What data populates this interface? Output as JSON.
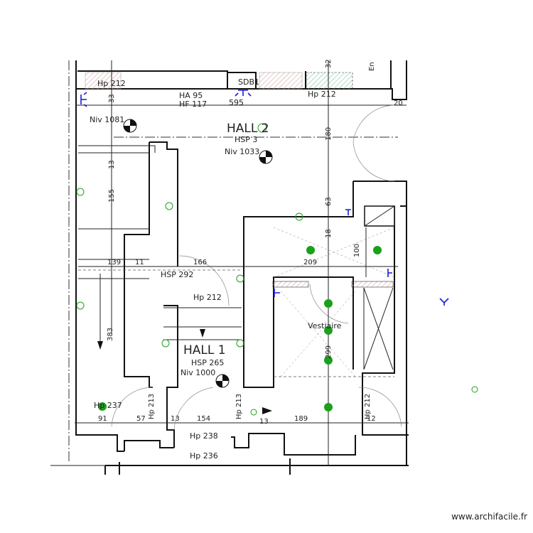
{
  "plan": {
    "rooms": [
      {
        "name": "HALL 2",
        "hsp": "HSP 3",
        "level": "Niv 1033"
      },
      {
        "name": "HALL 1",
        "hsp": "HSP 265",
        "level": "Niv 1000"
      },
      {
        "name": "Vestiaire"
      },
      {
        "name": "SDB1"
      }
    ],
    "labels": {
      "hp_top_left": "Hp 212",
      "hp_top_right": "Hp 212",
      "ha": "HA 95",
      "hf": "HF 117",
      "niv_left": "Niv 1081",
      "hsp_292": "HSP 292",
      "hp_hall1_top": "Hp 212",
      "hp_237": "Hp 237",
      "hp_213_left": "Hp 213",
      "hp_213_right": "Hp 213",
      "hp_212_right": "Hp 212",
      "hp_238": "Hp 238",
      "hp_236": "Hp 236",
      "en": "En"
    },
    "dimensions": {
      "d33": "33",
      "d595": "595",
      "d20": "20",
      "d180": "180",
      "d13a": "13",
      "d155": "155",
      "d63": "63",
      "d18": "18",
      "d100": "100",
      "d209": "209",
      "d139": "139",
      "d11": "11",
      "d166": "166",
      "d383": "383",
      "d299": "299",
      "d91": "91",
      "d57": "57",
      "d13b": "13",
      "d154": "154",
      "d13c": "13",
      "d189": "189",
      "d12": "12",
      "d32": "32"
    },
    "colors": {
      "lamp": "#1aa11a",
      "outlet": "#1a1ad6",
      "hatch_red": "#d9a0a0",
      "hatch_green": "#7cc49a"
    }
  },
  "watermark": "www.archifacile.fr"
}
